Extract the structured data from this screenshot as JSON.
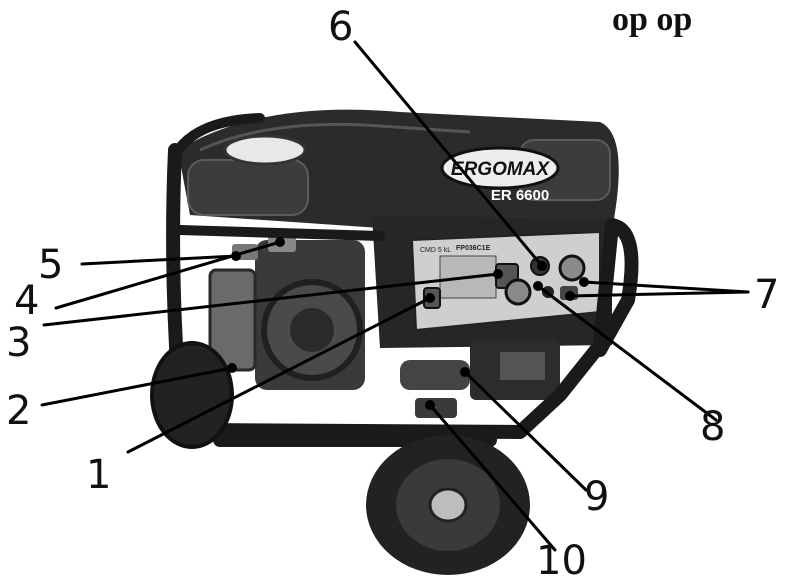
{
  "header_fragment": "ор ор",
  "product": {
    "brand": "ERGOMAX",
    "model": "ER 6600",
    "panel_code": "FP036C1E",
    "label_text": "CMD 5 kL"
  },
  "callouts": [
    {
      "id": "1",
      "label": "1"
    },
    {
      "id": "2",
      "label": "2"
    },
    {
      "id": "3",
      "label": "3"
    },
    {
      "id": "4",
      "label": "4"
    },
    {
      "id": "5",
      "label": "5"
    },
    {
      "id": "6",
      "label": "6"
    },
    {
      "id": "7",
      "label": "7"
    },
    {
      "id": "8",
      "label": "8"
    },
    {
      "id": "9",
      "label": "9"
    },
    {
      "id": "10",
      "label": "10"
    }
  ],
  "colors": {
    "frame": "#1a1a1a",
    "body": "#2b2b2b",
    "panel": "#cfcfcf",
    "tire": "#222222"
  }
}
